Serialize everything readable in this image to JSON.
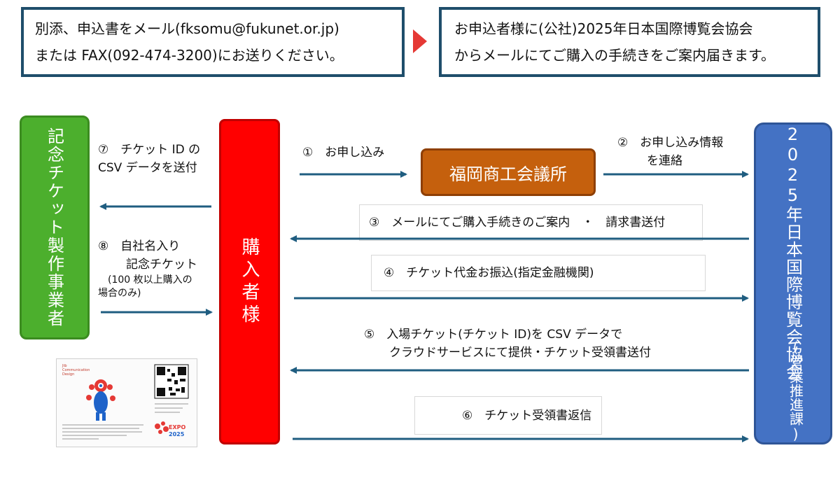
{
  "notes": {
    "left_line1": "別添、申込書をメール(fksomu@fukunet.or.jp)",
    "left_line2": "または FAX(092-474-3200)にお送りください。",
    "right_line1": "お申込者様に(公社)2025年日本国際博覧会協会",
    "right_line2": "からメールにてご購入の手続きをご案内届きます。"
  },
  "boxes": {
    "maker": "記念チケット製作事業者",
    "buyer": "購入者様",
    "chamber": "福岡商工会議所",
    "expo_title": "2025年日本国際博覧会協会",
    "expo_sub": "(営業推進課)"
  },
  "steps": {
    "s1": "①　お申し込み",
    "s2_line1": "②　お申し込み情報",
    "s2_line2": "を連絡",
    "s3": "③　メールにてご購入手続きのご案内　・　請求書送付",
    "s4": "④　チケット代金お振込(指定金融機関)",
    "s5_line1": "⑤　入場チケット(チケット ID)を CSV データで",
    "s5_line2": "クラウドサービスにて提供・チケット受領書送付",
    "s6": "⑥　チケット受領書返信",
    "s7_line1": "⑦　チケット ID の",
    "s7_line2": "CSV データを送付",
    "s8_line1": "⑧　自社名入り",
    "s8_line2": "記念チケット",
    "s8_line3": "(100 枚以上購入の",
    "s8_line4": "場合のみ)"
  },
  "ticket": {
    "brand_line1": "Jtb",
    "brand_line2": "Communication",
    "brand_line3": "Design",
    "logo_text": "EXPO",
    "logo_year": "2025"
  },
  "colors": {
    "arrow": "#1f5d80",
    "note_border": "#1f4e6b",
    "note_arrow": "#e53935",
    "maker": "#4caf2d",
    "buyer": "#ff0000",
    "chamber": "#c5600d",
    "expo": "#4472c4"
  }
}
